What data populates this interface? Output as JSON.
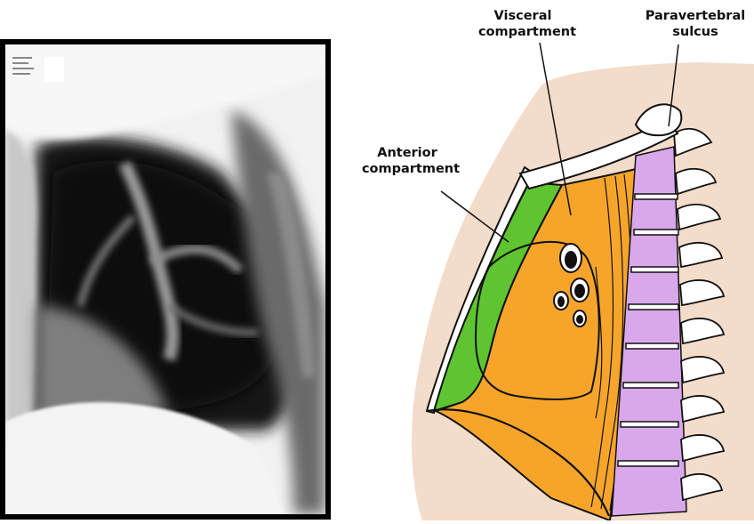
{
  "labels": {
    "visceral_line1": "Visceral",
    "visceral_line2": "compartment",
    "paravertebral_line1": "Paravertebral",
    "paravertebral_line2": "sulcus",
    "anterior_line1": "Anterior",
    "anterior_line2": "compartment"
  },
  "colors": {
    "anterior_compartment": "#5ec42f",
    "visceral_compartment": "#f7a52a",
    "paravertebral_sulcus": "#d9a8ea",
    "body_background": "#f3dcc9",
    "bone": "#ffffff"
  }
}
